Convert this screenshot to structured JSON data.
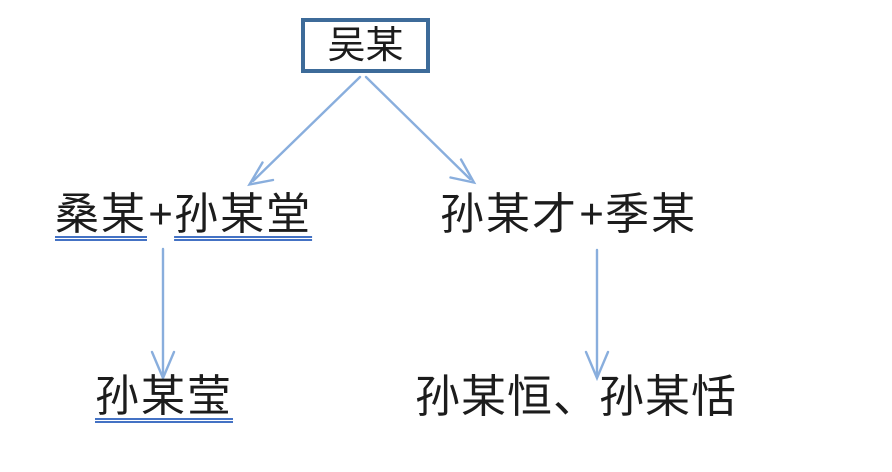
{
  "diagram": {
    "root": {
      "label": "吴某"
    },
    "couples": [
      {
        "part1": "桑某",
        "plus": "+",
        "part2": "孙某堂",
        "underlined": true
      },
      {
        "part1": "孙某才",
        "plus": "+",
        "part2": "季某",
        "underlined": false
      }
    ],
    "children": [
      {
        "label": "孙某莹",
        "underlined": true
      },
      {
        "label": "孙某恒、孙某恬",
        "underlined": false
      }
    ],
    "edges": [
      {
        "from": "吴某",
        "to": "桑某+孙某堂"
      },
      {
        "from": "吴某",
        "to": "孙某才+季某"
      },
      {
        "from": "桑某+孙某堂",
        "to": "孙某莹"
      },
      {
        "from": "孙某才+季某",
        "to": "孙某恒、孙某恬"
      }
    ]
  },
  "colors": {
    "background": "#ffffff",
    "box_border": "#3d6b99",
    "arrow": "#89aedd",
    "underline": "#4472c4",
    "text": "#1c1c1c"
  }
}
